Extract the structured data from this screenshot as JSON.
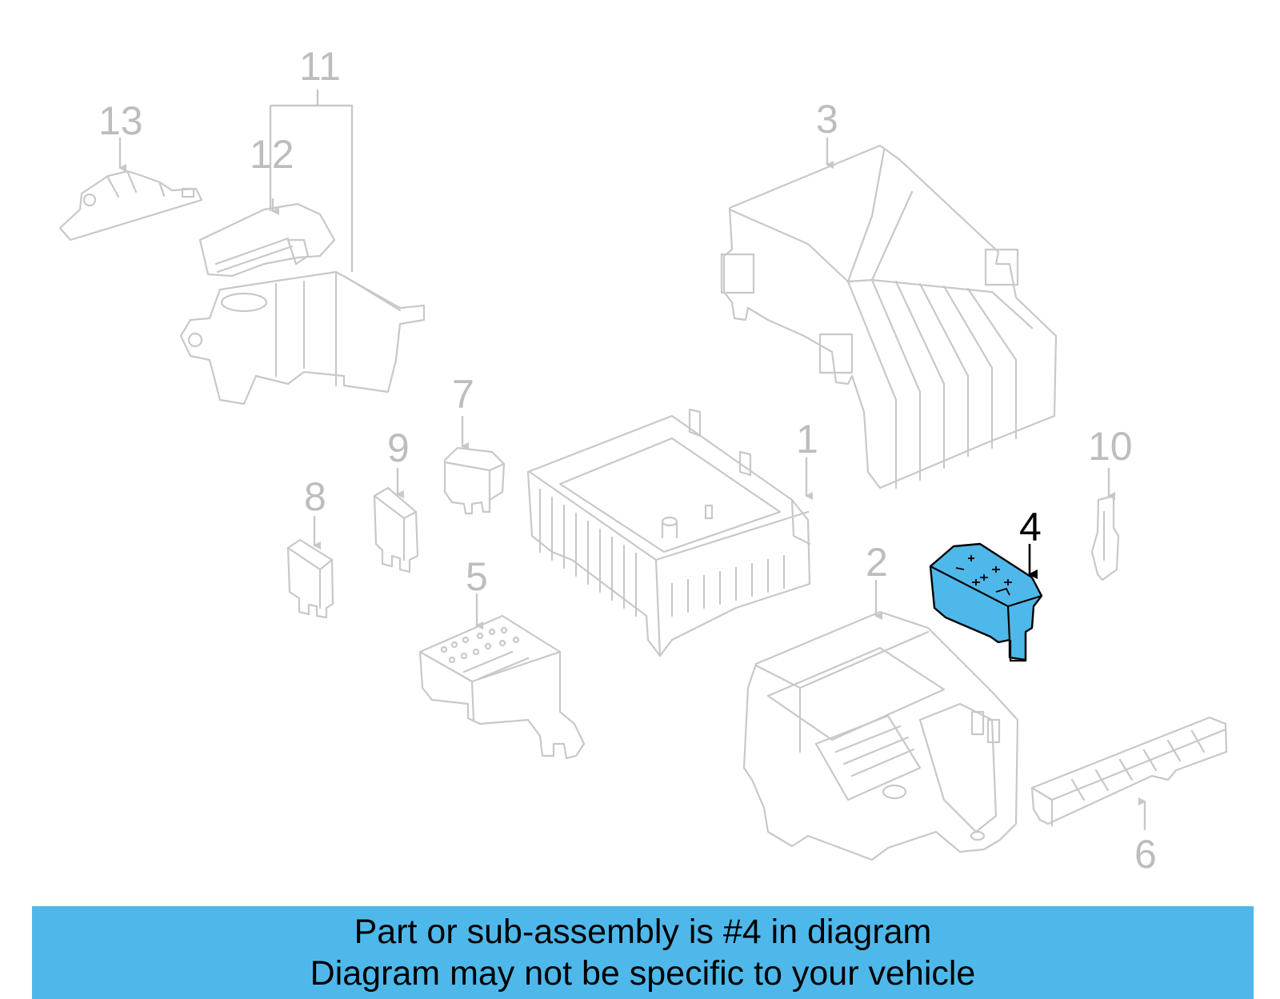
{
  "callouts": {
    "n1": "1",
    "n2": "2",
    "n3": "3",
    "n4": "4",
    "n5": "5",
    "n6": "6",
    "n7": "7",
    "n8": "8",
    "n9": "9",
    "n10": "10",
    "n11": "11",
    "n12": "12",
    "n13": "13"
  },
  "highlighted_part": "4",
  "colors": {
    "highlight_fill": "#4fb8ea",
    "ghost_line": "#c8c8c8",
    "banner": "#4fb8ea"
  },
  "banner": {
    "line1": "Part or sub-assembly is #4 in diagram",
    "line2": "Diagram may not be specific to your vehicle"
  }
}
